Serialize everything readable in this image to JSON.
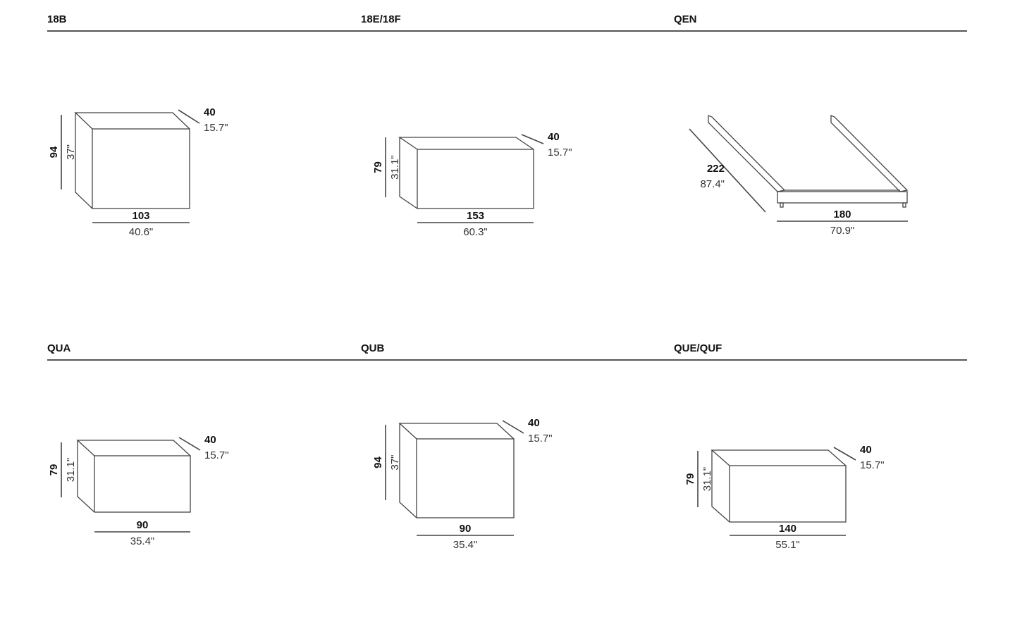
{
  "items": [
    {
      "code": "18B",
      "height_cm": "94",
      "height_in": "37\"",
      "width_cm": "103",
      "width_in": "40.6\"",
      "depth_cm": "40",
      "depth_in": "15.7\""
    },
    {
      "code": "18E/18F",
      "height_cm": "79",
      "height_in": "31.1\"",
      "width_cm": "153",
      "width_in": "60.3\"",
      "depth_cm": "40",
      "depth_in": "15.7\""
    },
    {
      "code": "QEN",
      "length_cm": "222",
      "length_in": "87.4\"",
      "width_cm": "180",
      "width_in": "70.9\""
    },
    {
      "code": "QUA",
      "height_cm": "79",
      "height_in": "31.1\"",
      "width_cm": "90",
      "width_in": "35.4\"",
      "depth_cm": "40",
      "depth_in": "15.7\""
    },
    {
      "code": "QUB",
      "height_cm": "94",
      "height_in": "37\"",
      "width_cm": "90",
      "width_in": "35.4\"",
      "depth_cm": "40",
      "depth_in": "15.7\""
    },
    {
      "code": "QUE/QUF",
      "height_cm": "79",
      "height_in": "31.1\"",
      "width_cm": "140",
      "width_in": "55.1\"",
      "depth_cm": "40",
      "depth_in": "15.7\""
    }
  ]
}
